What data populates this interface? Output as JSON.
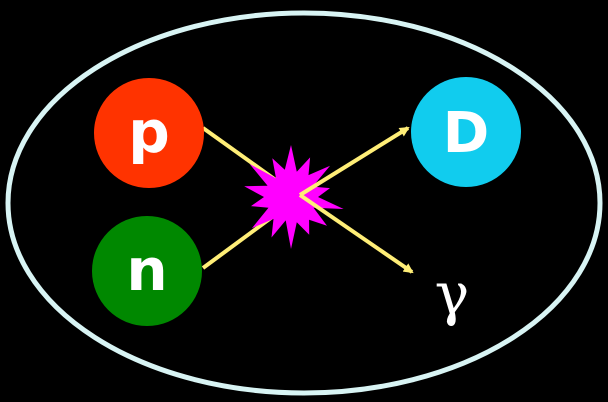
{
  "diagram": {
    "background_color": "#000000",
    "boundary_color": "#d8f4f4",
    "arrow_color": "#ffee77",
    "burst_color": "#ff00ff",
    "particles": {
      "proton": {
        "label": "p",
        "color": "#ff3300"
      },
      "neutron": {
        "label": "n",
        "color": "#008800"
      },
      "deuteron": {
        "label": "D",
        "color": "#11ccee"
      }
    },
    "photon": {
      "label": "γ"
    }
  }
}
